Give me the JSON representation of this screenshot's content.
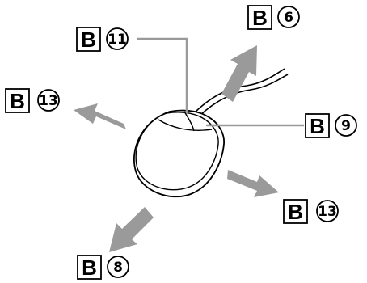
{
  "colors": {
    "arrow": "#9a9a9a",
    "outline": "#000000",
    "leader_line": "#9a9a9a",
    "background": "#ffffff"
  },
  "callouts": [
    {
      "letter": "B",
      "number": "11"
    },
    {
      "letter": "B",
      "number": "6"
    },
    {
      "letter": "B",
      "number": "13"
    },
    {
      "letter": "B",
      "number": "9"
    },
    {
      "letter": "B",
      "number": "13"
    },
    {
      "letter": "B",
      "number": "8"
    }
  ]
}
